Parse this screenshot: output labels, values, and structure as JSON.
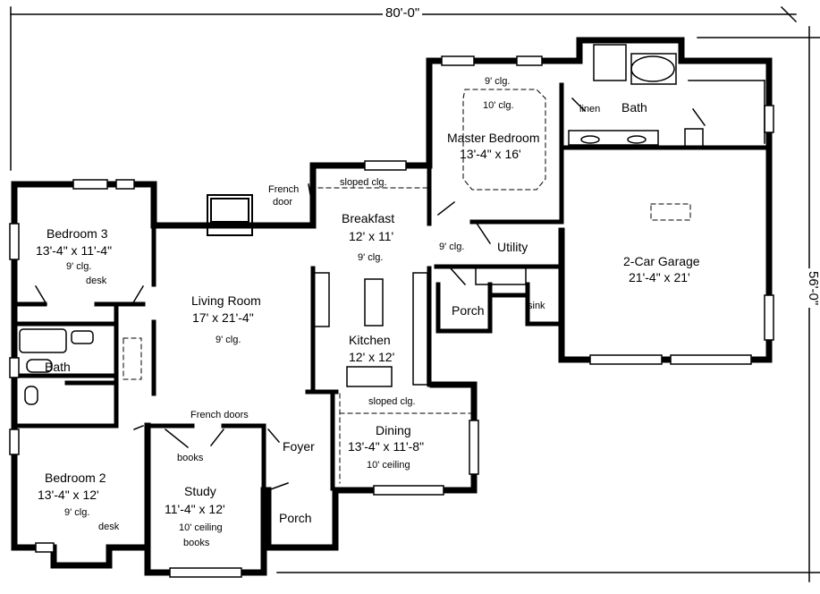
{
  "dimensions": {
    "width": "80'-0\"",
    "depth": "56'-0\""
  },
  "rooms": {
    "master_bedroom": {
      "name": "Master Bedroom",
      "size": "13'-4\" x 16'",
      "ceiling_a": "9' clg.",
      "ceiling_b": "10' clg."
    },
    "bath_master": {
      "name": "Bath",
      "linen": "linen"
    },
    "breakfast": {
      "name": "Breakfast",
      "size": "12' x 11'",
      "ceiling": "9' clg.",
      "sloped": "sloped clg."
    },
    "french_door": {
      "line1": "French",
      "line2": "door"
    },
    "bedroom3": {
      "name": "Bedroom 3",
      "size": "13'-4\" x 11'-4\"",
      "ceiling": "9' clg.",
      "desk": "desk"
    },
    "living_room": {
      "name": "Living Room",
      "size": "17' x 21'-4\"",
      "ceiling": "9' clg."
    },
    "bath_hall": {
      "name": "Bath"
    },
    "utility": {
      "name": "Utility",
      "ceiling": "9' clg."
    },
    "garage": {
      "name": "2-Car Garage",
      "size": "21'-4\" x 21'"
    },
    "porch_back": {
      "name": "Porch"
    },
    "sink": {
      "label": "sink"
    },
    "kitchen": {
      "name": "Kitchen",
      "size": "12' x 12'"
    },
    "dining": {
      "name": "Dining",
      "size": "13'-4\" x 11'-8\"",
      "ceiling": "10' ceiling",
      "sloped": "sloped clg."
    },
    "french_doors": {
      "label": "French doors"
    },
    "foyer": {
      "name": "Foyer"
    },
    "bedroom2": {
      "name": "Bedroom 2",
      "size": "13'-4\" x 12'",
      "ceiling": "9' clg.",
      "desk": "desk"
    },
    "study": {
      "name": "Study",
      "size": "11'-4\" x 12'",
      "ceiling": "10' ceiling",
      "books_top": "books",
      "books_bottom": "books"
    },
    "porch_front": {
      "name": "Porch"
    }
  }
}
